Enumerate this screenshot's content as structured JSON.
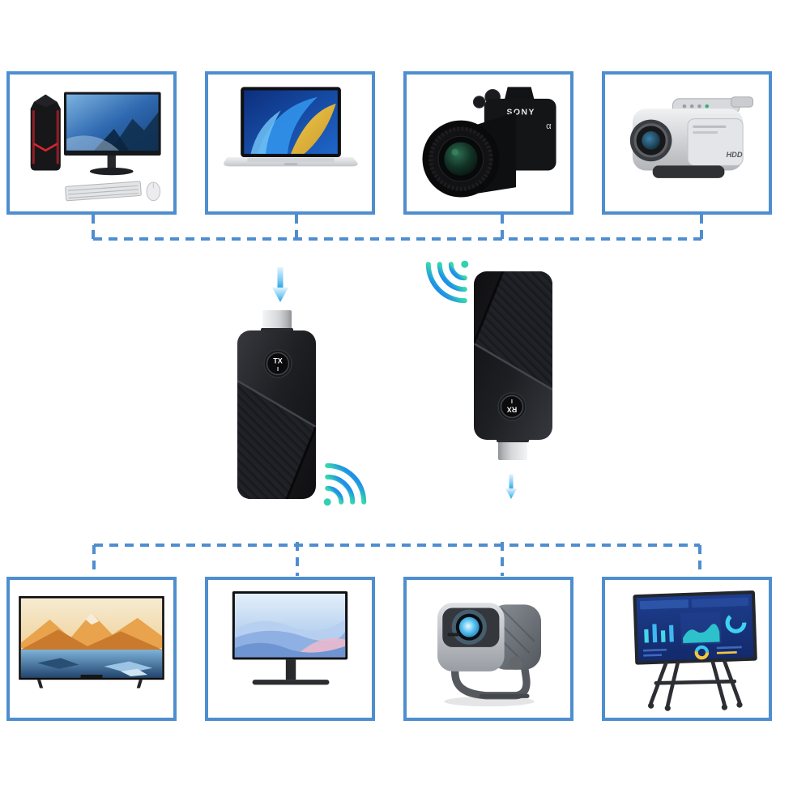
{
  "background": "#ffffff",
  "palette": {
    "box_border": "#4e8ecf",
    "connector_dash": "#4e8ecf",
    "arrow_light": "#e2f3fd",
    "arrow_blue": "#1fa0e6",
    "wifi_blue": "#1e90e8",
    "wifi_teal": "#36d6ae",
    "dongle_body": "#1c1d20"
  },
  "source_devices": [
    {
      "icon": "desktop-computer-icon"
    },
    {
      "icon": "laptop-icon"
    },
    {
      "icon": "camera-icon",
      "brand_label": "SONY",
      "model_badge": "α"
    },
    {
      "icon": "camcorder-icon",
      "badge": "HDD"
    }
  ],
  "transmitter": {
    "label": "TX",
    "power_indicator": "I"
  },
  "receiver": {
    "label": "RX",
    "power_indicator": "I"
  },
  "display_devices": [
    {
      "icon": "tv-icon"
    },
    {
      "icon": "monitor-icon"
    },
    {
      "icon": "projector-icon"
    },
    {
      "icon": "interactive-display-icon"
    }
  ]
}
